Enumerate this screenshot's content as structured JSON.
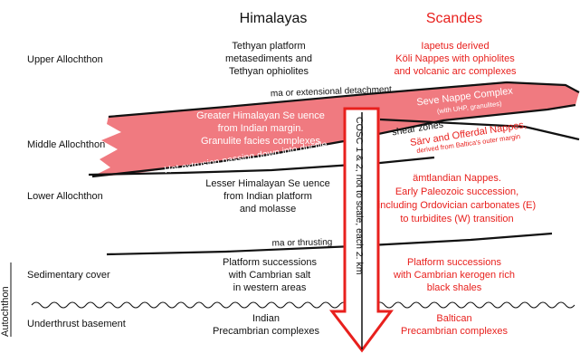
{
  "columns": {
    "himalayas": "Himalayas",
    "scandes": "Scandes"
  },
  "rows": {
    "upper_allochthon": "Upper Allochthon",
    "middle_allochthon": "Middle Allochthon",
    "lower_allochthon": "Lower Allochthon",
    "sedimentary_cover": "Sedimentary cover",
    "underthrust_basement": "Underthrust basement",
    "autochthon": "Autochthon"
  },
  "himalayas": {
    "upper": [
      "Tethyan platform",
      "metasediments and",
      "Tethyan ophiolites"
    ],
    "middle": [
      "Greater Himalayan Se  uence",
      "from Indian margin.",
      "Granulite facies complexes"
    ],
    "lower": [
      "Lesser Himalayan Se  uence",
      "from Indian platform",
      "and molasse"
    ],
    "sedimentary": [
      "Platform successions",
      "with Cambrian salt",
      "in western areas"
    ],
    "basement": [
      "Indian",
      "Precambrian complexes"
    ]
  },
  "scandes": {
    "upper": [
      "Iapetus derived",
      "Köli Nappes with ophiolites",
      "and volcanic arc complexes"
    ],
    "seve_title": "Seve Nappe Complex",
    "seve_sub": "(with UHP, granulites)",
    "sarv_title": "Särv and Offerdal Nappes,",
    "sarv_sub": "derived from Baltica's outer margin",
    "lower": [
      "ämtlandian Nappes.",
      "Early Paleozoic succession,",
      "including Ordovician carbonates (E)",
      "to turbidites (W) transition"
    ],
    "sedimentary": [
      "Platform successions",
      "with  Cambrian kerogen rich",
      "black shales"
    ],
    "basement": [
      "Baltican",
      "Precambrian complexes"
    ]
  },
  "labels": {
    "extensional": "ma or extensional detachment",
    "thrusting": "ma or thrusting",
    "extrusion": "Hot extrusion passing down into ductile",
    "shear": "shear zones",
    "cosc": "COSC 1 & 2, not to scale, each 2.  km"
  },
  "colors": {
    "red": "#e8201d",
    "pink": "#f07a80",
    "black": "#111111"
  }
}
